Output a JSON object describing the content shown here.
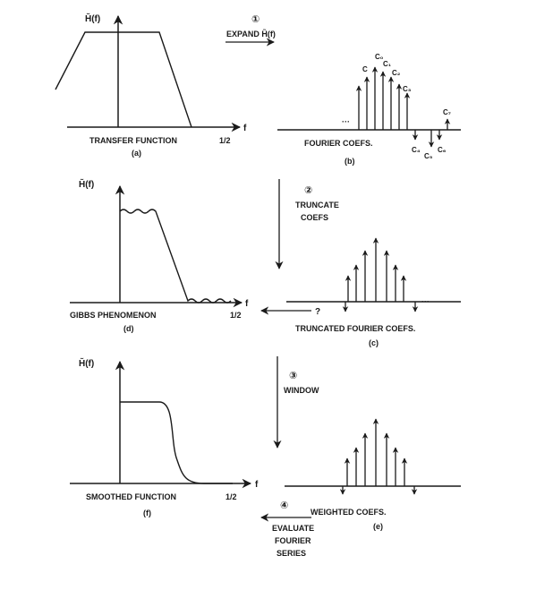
{
  "palette": {
    "ink": "#1a1a1a",
    "paper": "#ffffff"
  },
  "axis_symbols": {
    "h_tilde": "H̃(f)",
    "f": "f",
    "half": "1/2"
  },
  "panel_a": {
    "title": "TRANSFER FUNCTION",
    "letter": "(a)"
  },
  "panel_b": {
    "title": "FOURIER COEFS.",
    "letter": "(b)",
    "ellipsis": "···",
    "coef_labels": [
      "C",
      "C₀",
      "C₁",
      "C₂",
      "C₃",
      "C₄",
      "C₅",
      "C₆",
      "C₇"
    ]
  },
  "panel_c": {
    "title": "TRUNCATED FOURIER COEFS.",
    "letter": "(c)",
    "ellipsis": "···"
  },
  "panel_d": {
    "title": "GIBBS PHENOMENON",
    "letter": "(d)",
    "question": "?"
  },
  "panel_e": {
    "title": "WEIGHTED COEFS.",
    "letter": "(e)"
  },
  "panel_f": {
    "title": "SMOOTHED FUNCTION",
    "letter": "(f)"
  },
  "steps": {
    "s1": {
      "num": "①",
      "text": "EXPAND H̃(f)"
    },
    "s2": {
      "num": "②",
      "line1": "TRUNCATE",
      "line2": "COEFS"
    },
    "s3": {
      "num": "③",
      "text": "WINDOW"
    },
    "s4": {
      "num": "④",
      "line1": "EVALUATE",
      "line2": "FOURIER",
      "line3": "SERIES"
    }
  }
}
